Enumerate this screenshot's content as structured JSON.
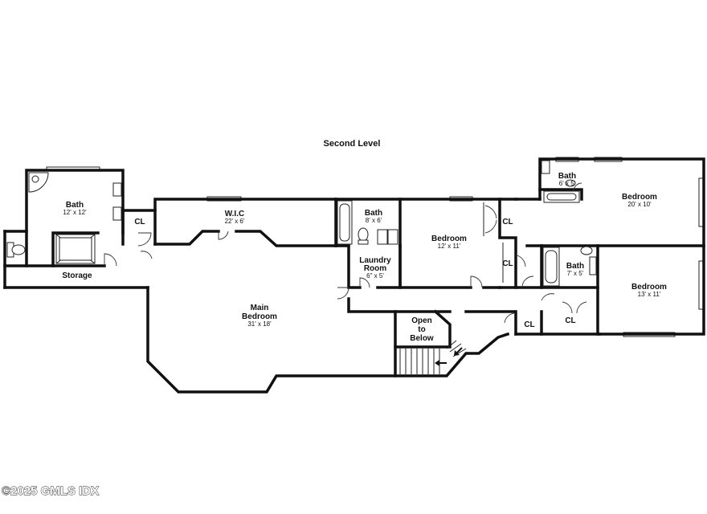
{
  "plan": {
    "title": "Second Level",
    "watermark": "©2025 GMLS IDX",
    "rooms": {
      "master_bath": {
        "name": "Bath",
        "dims": "12' x 12'"
      },
      "cl_master": {
        "name": "CL"
      },
      "storage": {
        "name": "Storage"
      },
      "wic": {
        "name": "W.I.C",
        "dims": "22' x 6'"
      },
      "bath_hall": {
        "name": "Bath",
        "dims": "8' x 6'"
      },
      "laundry": {
        "name_line1": "Laundry",
        "name_line2": "Room",
        "dims": "6\" x 5'"
      },
      "bedroom_mid": {
        "name": "Bedroom",
        "dims": "12' x 11'"
      },
      "cl_mid_top": {
        "name": "CL"
      },
      "cl_mid_low": {
        "name": "CL"
      },
      "main_bedroom": {
        "name_line1": "Main",
        "name_line2": "Bedroom",
        "dims": "31' x 18'"
      },
      "open_to_below": {
        "line1": "Open",
        "line2": "to",
        "line3": "Below"
      },
      "bath_ne": {
        "name": "Bath",
        "dims": "6' x 5'"
      },
      "bedroom_ne": {
        "name": "Bedroom",
        "dims": "20' x 10'"
      },
      "bath_se": {
        "name": "Bath",
        "dims": "7' x 5'"
      },
      "bedroom_se": {
        "name": "Bedroom",
        "dims": "13' x 11'"
      },
      "cl_se_1": {
        "name": "CL"
      },
      "cl_se_2": {
        "name": "CL"
      }
    }
  }
}
